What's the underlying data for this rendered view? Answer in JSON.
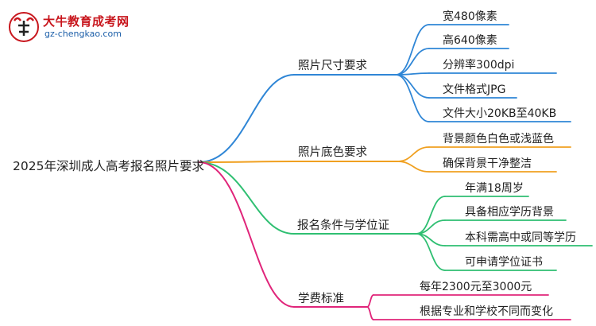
{
  "logo": {
    "name": "大牛教育成考网",
    "url": "gz-chengkao.com",
    "icon": "bull-head-logo"
  },
  "root": "2025年深圳成人高考报名照片要求",
  "branches": [
    {
      "label": "照片尺寸要求",
      "color": "#2f86d6",
      "children": [
        "宽480像素",
        "高640像素",
        "分辨率300dpi",
        "文件格式JPG",
        "文件大小20KB至40KB"
      ]
    },
    {
      "label": "照片底色要求",
      "color": "#f0a020",
      "children": [
        "背景颜色白色或浅蓝色",
        "确保背景干净整洁"
      ]
    },
    {
      "label": "报名条件与学位证",
      "color": "#2fbf72",
      "children": [
        "年满18周岁",
        "具备相应学历背景",
        "本科需高中或同等学历",
        "可申请学位证书"
      ]
    },
    {
      "label": "学费标准",
      "color": "#e0257a",
      "children": [
        "每年2300元至3000元",
        "根据专业和学校不同而变化"
      ]
    }
  ]
}
